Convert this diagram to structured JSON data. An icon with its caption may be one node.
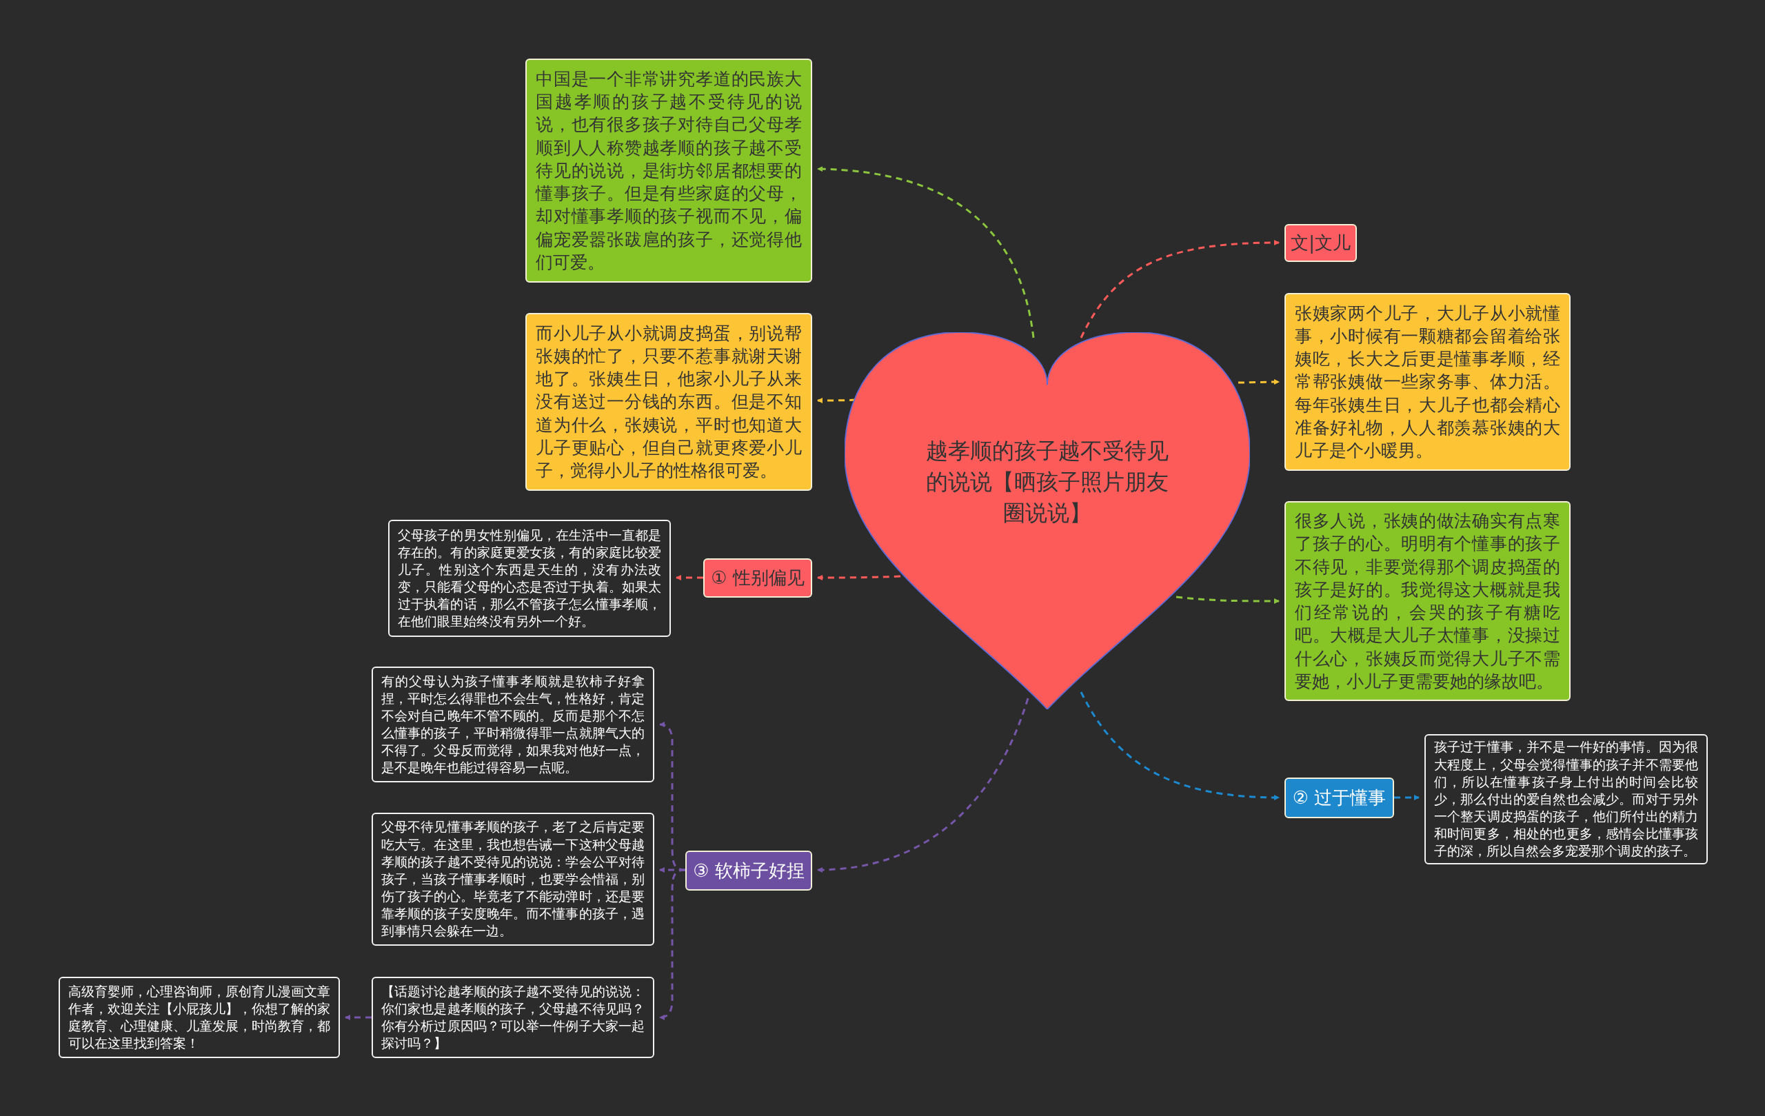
{
  "diagram": {
    "nodes": [
      {
        "text": [
          "越孝顺的孩子越不受待见的说说【晒孩子照片朋友圈说说】"
        ]
      },
      {
        "text": [
          "中国是一个非常讲究孝道的民族大国越孝顺的孩子越不受待见的说说，也有很多孩子对待自己父母孝顺到人人称赞越孝顺的孩子越不受待见的说说，是街坊邻居都想要的懂事孩子。但是有些家庭的父母，却对懂事孝顺的孩子视而不见，偏偏宠爱嚣张跋扈的孩子，还觉得他们可爱。"
        ]
      },
      {
        "text": [
          "而小儿子从小就调皮捣蛋，别说帮张姨的忙了，只要不惹事就谢天谢地了。张姨生日，他家小儿子从来没有送过一分钱的东西。但是不知道为什么，张姨说，平时也知道大儿子更贴心，但自己就更疼爱小儿子，觉得小儿子的性格很可爱。"
        ]
      },
      {
        "text": [
          "① 性别偏见"
        ]
      },
      {
        "text": [
          "父母孩子的男女性别偏见，在生活中一直都是存在的。有的家庭更爱女孩，有的家庭比较爱儿子。性别这个东西是天生的，没有办法改变，只能看父母的心态是否过于执着。如果太过于执着的话，那么不管孩子怎么懂事孝顺，在他们眼里始终没有另外一个好。"
        ]
      },
      {
        "text": [
          "③ 软柿子好捏"
        ]
      },
      {
        "text": [
          "有的父母认为孩子懂事孝顺就是软柿子好拿捏，平时怎么得罪也不会生气，性格好，肯定不会对自己晚年不管不顾的。反而是那个不怎么懂事的孩子，平时稍微得罪一点就脾气大的不得了。父母反而觉得，如果我对他好一点，是不是晚年也能过得容易一点呢。"
        ]
      },
      {
        "text": [
          "父母不待见懂事孝顺的孩子，老了之后肯定要吃大亏。在这里，我也想告诫一下这种父母越孝顺的孩子越不受待见的说说：学会公平对待孩子，当孩子懂事孝顺时，也要学会惜福，别伤了孩子的心。毕竟老了不能动弹时，还是要靠孝顺的孩子安度晚年。而不懂事的孩子，遇到事情只会躲在一边。"
        ]
      },
      {
        "text": [
          "【话题讨论越孝顺的孩子越不受待见的说说：你们家也是越孝顺的孩子，父母越不待见吗？你有分析过原因吗？可以举一件例子大家一起探讨吗？】"
        ]
      },
      {
        "text": [
          "高级育婴师，心理咨询师，原创育儿漫画文章作者，欢迎关注【小屁孩儿】，你想了解的家庭教育、心理健康、儿童发展，时尚教育，都可以在这里找到答案！"
        ]
      },
      {
        "text": [
          "文|文儿"
        ]
      },
      {
        "text": [
          "张姨家两个儿子，大儿子从小就懂事，小时候有一颗糖都会留着给张姨吃，长大之后更是懂事孝顺，经常帮张姨做一些家务事、体力活。每年张姨生日，大儿子也都会精心准备好礼物，人人都羡慕张姨的大儿子是个小暖男。"
        ]
      },
      {
        "text": [
          "很多人说，张姨的做法确实有点寒了孩子的心。明明有个懂事的孩子不待见，非要觉得那个调皮捣蛋的孩子是好的。我觉得这大概就是我们经常说的，会哭的孩子有糖吃吧。大概是大儿子太懂事，没操过什么心，张姨反而觉得大儿子不需要她，小儿子更需要她的缘故吧。"
        ]
      },
      {
        "text": [
          "② 过于懂事"
        ]
      },
      {
        "text": [
          "孩子过于懂事，并不是一件好的事情。因为很大程度上，父母会觉得懂事的孩子并不需要他们，所以在懂事孩子身上付出的时间会比较少，那么付出的爱自然也会减少。而对于另外一个整天调皮捣蛋的孩子，他们所付出的精力和时间更多，相处的也更多，感情会比懂事孩子的深，所以自然会多宠爱那个调皮的孩子。"
        ]
      }
    ],
    "edges": [
      {
        "from": 0,
        "to": 1,
        "arrow": "to",
        "style": "dashed",
        "color": "#8cc63e"
      },
      {
        "from": 0,
        "to": 2,
        "arrow": "to",
        "style": "dashed",
        "color": "#fcc334"
      },
      {
        "from": 0,
        "to": 3,
        "arrow": "to",
        "style": "dashed",
        "color": "#fd5a5a"
      },
      {
        "from": 3,
        "to": 4,
        "arrow": "to",
        "style": "dashed",
        "color": "#fd5a5a"
      },
      {
        "from": 0,
        "to": 5,
        "arrow": "to",
        "style": "dashed",
        "color": "#7656a8"
      },
      {
        "from": 5,
        "to": 6,
        "arrow": "to",
        "style": "dashed",
        "color": "#7656a8"
      },
      {
        "from": 5,
        "to": 7,
        "arrow": "to",
        "style": "dashed",
        "color": "#7656a8"
      },
      {
        "from": 5,
        "to": 8,
        "arrow": "to",
        "style": "dashed",
        "color": "#7656a8"
      },
      {
        "from": 8,
        "to": 9,
        "arrow": "to",
        "style": "dashed",
        "color": "#7656a8"
      },
      {
        "from": 0,
        "to": 10,
        "arrow": "to",
        "style": "dashed",
        "color": "#fd5a5a"
      },
      {
        "from": 0,
        "to": 11,
        "arrow": "to",
        "style": "dashed",
        "color": "#fcc334"
      },
      {
        "from": 0,
        "to": 12,
        "arrow": "to",
        "style": "dashed",
        "color": "#8cc63e"
      },
      {
        "from": 0,
        "to": 13,
        "arrow": "to",
        "style": "dashed",
        "color": "#1c8ad0"
      },
      {
        "from": 13,
        "to": 14,
        "arrow": "to",
        "style": "dashed",
        "color": "#1c8ad0"
      }
    ]
  }
}
